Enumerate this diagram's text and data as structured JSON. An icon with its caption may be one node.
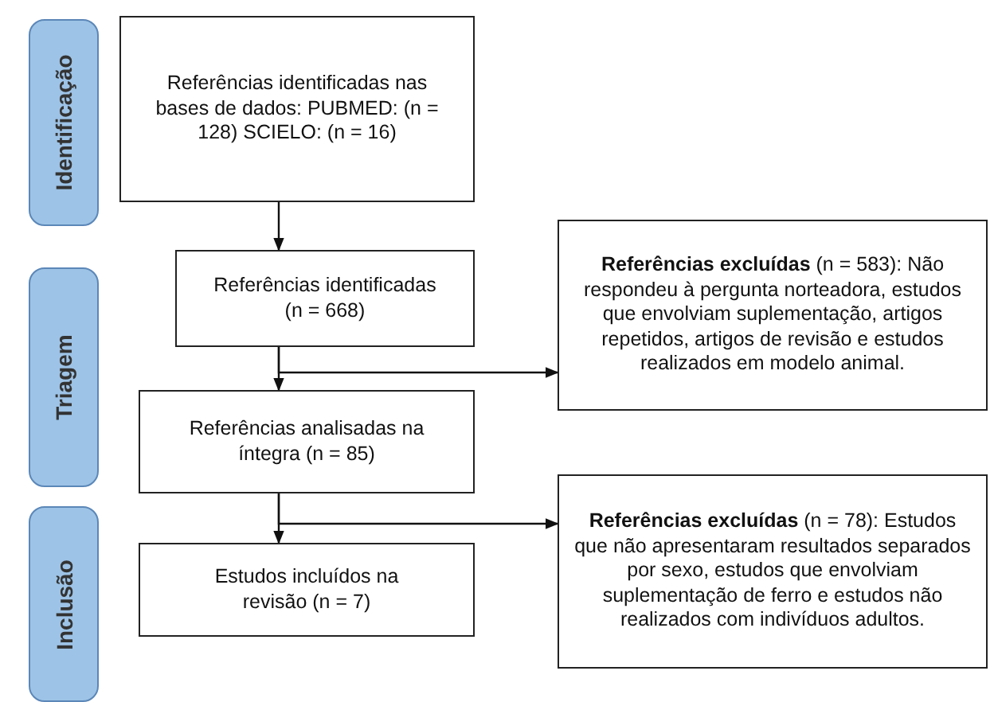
{
  "diagram": {
    "nodes": [
      {
        "text": [
          "Identificação"
        ]
      },
      {
        "text": [
          "Triagem"
        ]
      },
      {
        "text": [
          "Inclusão"
        ]
      },
      {
        "text": [
          "Referências identificadas nas bases de dados: PUBMED: (n = 128) SCIELO: (n = 16)"
        ]
      },
      {
        "text": [
          "Referências identificadas (n = 668)"
        ]
      },
      {
        "text": [
          "Referências analisadas na íntegra (n = 85)"
        ]
      },
      {
        "text": [
          "Estudos incluídos na revisão (n = 7)"
        ]
      },
      {
        "text": [
          "**Referências excluídas** (n = 583): Não respondeu à pergunta norteadora, estudos que envolviam suplementação, artigos repetidos, artigos de revisão e estudos realizados em modelo animal."
        ]
      },
      {
        "text": [
          "**Referências excluídas** (n = 78): Estudos que não apresentaram resultados separados por sexo, estudos que envolviam suplementação de ferro e estudos não realizados com indivíduos adultos."
        ]
      }
    ],
    "edges": [
      {
        "from": 3,
        "to": 4,
        "arrow": "to"
      },
      {
        "from": 4,
        "to": 5,
        "arrow": "to"
      },
      {
        "from": 4,
        "to": 7,
        "arrow": "to"
      },
      {
        "from": 5,
        "to": 6,
        "arrow": "to"
      },
      {
        "from": 5,
        "to": 8,
        "arrow": "to"
      }
    ]
  }
}
